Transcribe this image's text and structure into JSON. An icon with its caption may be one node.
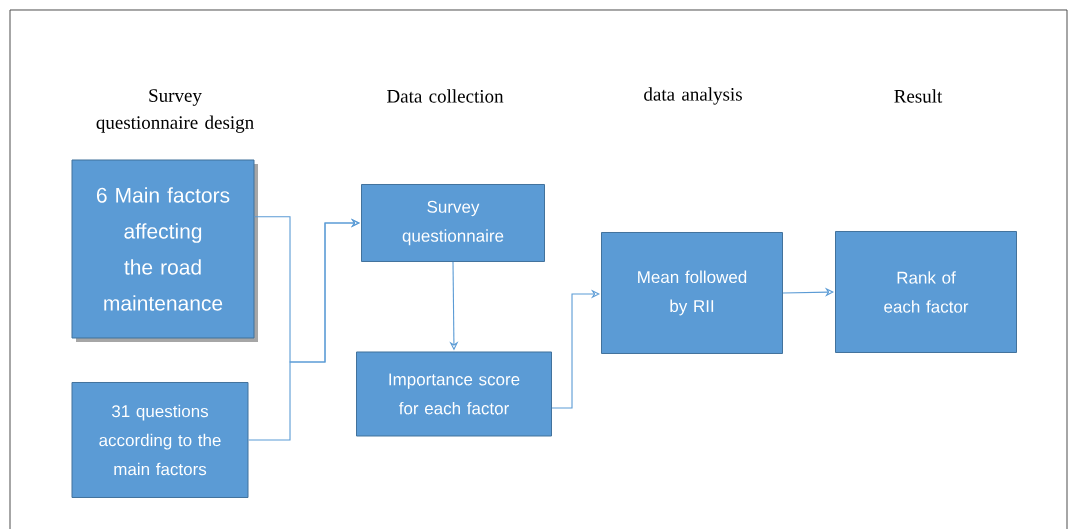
{
  "diagram": {
    "nodes": [
      {
        "text": [
          "6 Main factors affecting the road maintenance"
        ]
      },
      {
        "text": [
          "31 questions according to the main factors"
        ]
      },
      {
        "text": [
          "Survey questionnaire"
        ]
      },
      {
        "text": [
          "Importance score for each factor"
        ]
      },
      {
        "text": [
          "Mean followed by RII"
        ]
      },
      {
        "text": [
          "Rank of each factor"
        ]
      }
    ],
    "edges": [
      {
        "from": 0,
        "to": 2,
        "arrow": "to"
      },
      {
        "from": 1,
        "to": 2,
        "arrow": "to"
      },
      {
        "from": 2,
        "to": 3,
        "arrow": "to"
      },
      {
        "from": 3,
        "to": 4,
        "arrow": "to"
      },
      {
        "from": 4,
        "to": 5,
        "arrow": "to"
      }
    ],
    "labels": [
      "Survey questionnaire design",
      "Data collection",
      "data analysis",
      "Result"
    ]
  }
}
